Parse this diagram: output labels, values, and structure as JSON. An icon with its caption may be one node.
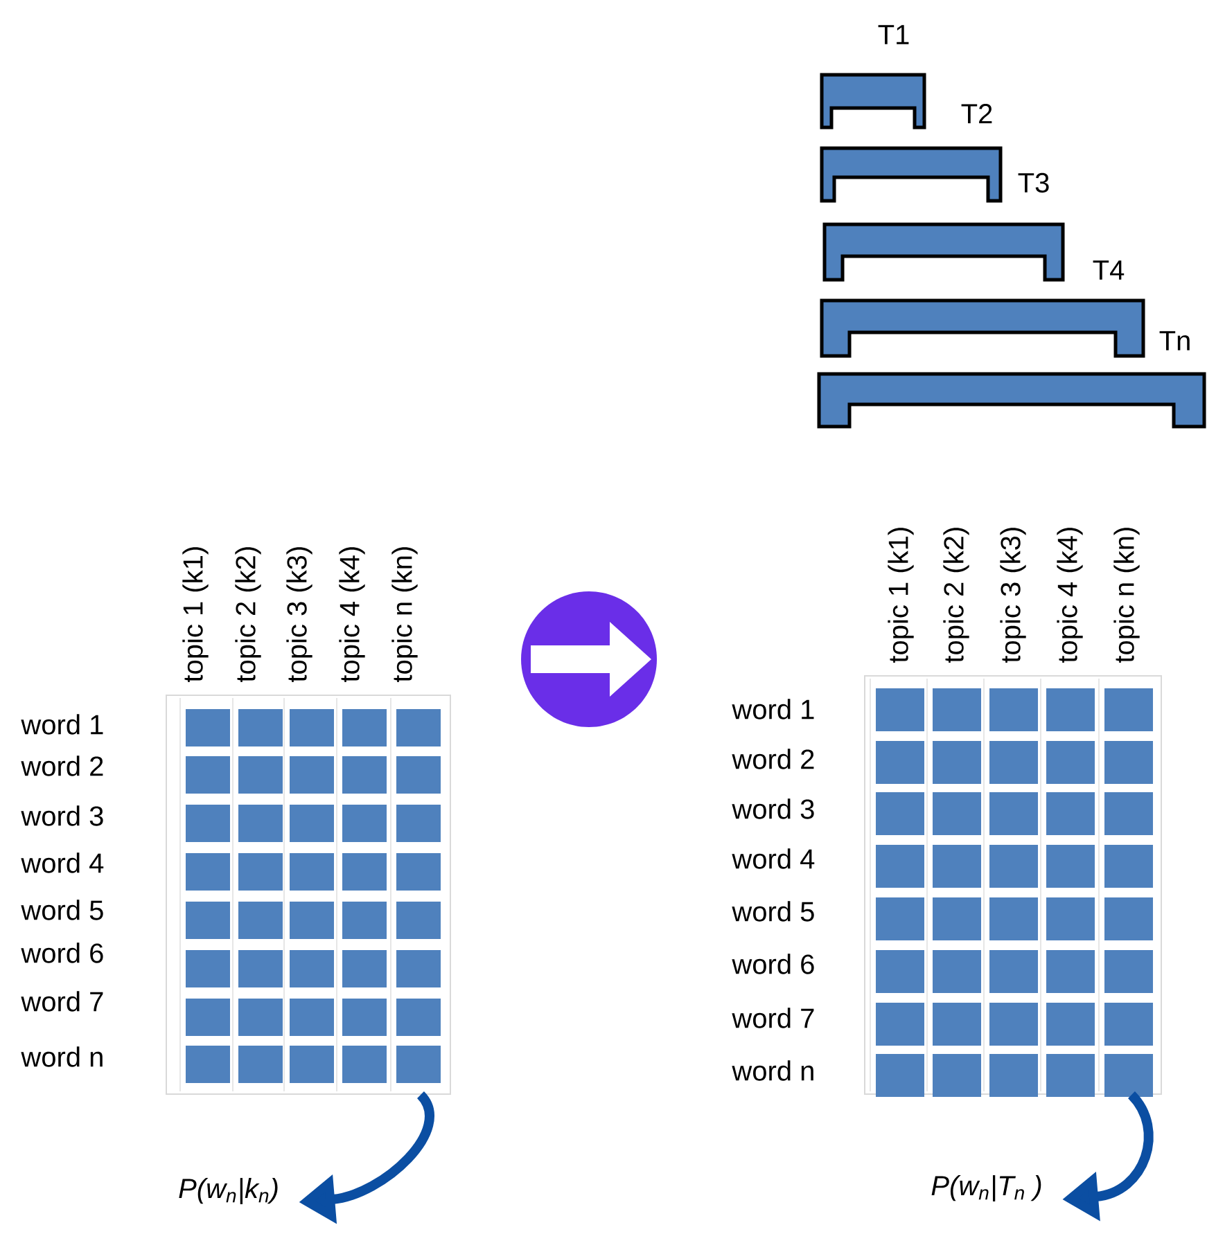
{
  "diagram": {
    "nodes": [
      {
        "text": [
          "T1"
        ]
      },
      {
        "text": [
          "T2"
        ]
      },
      {
        "text": [
          "T3"
        ]
      },
      {
        "text": [
          "T4"
        ]
      },
      {
        "text": [
          "Tn"
        ]
      },
      {
        "text": [],
        "shape": "box",
        "beside": [
          "topic 1 (k1)",
          "topic 2 (k2)",
          "topic 3 (k3)",
          "topic 4 (k4)",
          "topic n (kn)",
          "word 1",
          "word 2",
          "word 3",
          "word 4",
          "word 5",
          "word 6",
          "word 7",
          "word n"
        ]
      },
      {
        "text": [],
        "shape": "box",
        "beside": [
          "topic 1 (k1)",
          "topic 2 (k2)",
          "topic 3 (k3)",
          "topic 4 (k4)",
          "topic n (kn)",
          "word 1",
          "word 2",
          "word 3",
          "word 4",
          "word 5",
          "word 6",
          "word 7",
          "word n"
        ]
      },
      {
        "text": [
          "P(w$_{n}$|k$_{n}$)"
        ]
      },
      {
        "text": [
          "P(w$_{n}$|T$_{n}$ )"
        ]
      }
    ],
    "edges": [
      {
        "from": 5,
        "to": 7,
        "arrow": "to"
      },
      {
        "from": 6,
        "to": 8,
        "arrow": "to"
      }
    ]
  }
}
